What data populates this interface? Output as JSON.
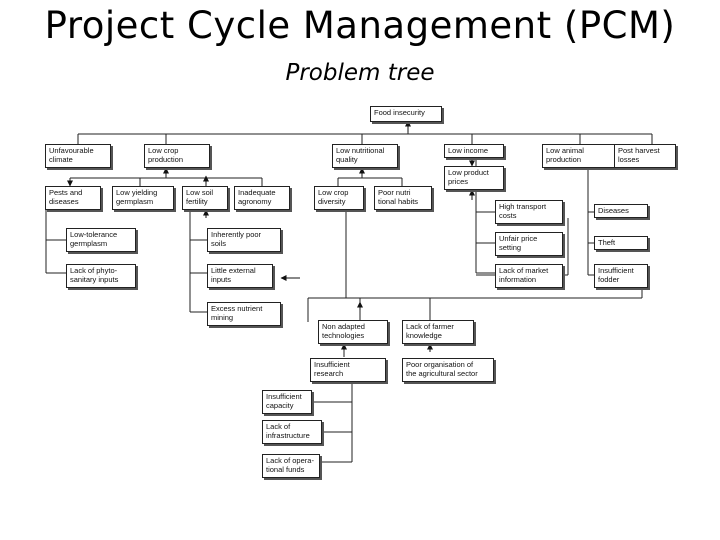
{
  "title": "Project Cycle Management (PCM)",
  "subtitle": "Problem tree",
  "boxes": {
    "food_insecurity": "Food insecurity",
    "unfavourable_climate": "Unfavourable\nclimate",
    "low_crop_production": "Low crop\nproduction",
    "low_nutritional_quality": "Low nutritional\nquality",
    "low_income": "Low income",
    "low_animal_production": "Low animal\nproduction",
    "post_harvest_losses": "Post harvest\nlosses",
    "pests_diseases": "Pests and\ndiseases",
    "low_yielding_germplasm": "Low yielding\ngermplasm",
    "low_soil_fertility": "Low soil\nfertility",
    "inadequate_agronomy": "Inadequate\nagronomy",
    "low_crop_diversity": "Low crop\ndiversity",
    "poor_nutritional_habits": "Poor nutri\ntional habits",
    "low_product_prices": "Low product\nprices",
    "high_transport_costs": "High transport\ncosts",
    "diseases": "Diseases",
    "low_tolerance_germplasm": "Low-tolerance\ngermplasm",
    "inherently_poor_soils": "Inherently poor\nsoils",
    "unfair_price_setting": "Unfair price\nsetting",
    "theft": "Theft",
    "lack_phytosanitary": "Lack of phyto-\nsanitary inputs",
    "little_external_inputs": "Little external\ninputs",
    "lack_market_information": "Lack of market\ninformation",
    "insufficient_fodder": "Insufficient\nfodder",
    "excess_nutrient_mining": "Excess nutrient\nmining",
    "non_adapted_technologies": "Non adapted\ntechnologies",
    "lack_farmer_knowledge": "Lack of farmer\nknowledge",
    "insufficient_research": "Insufficient\nresearch",
    "poor_organisation": "Poor organisation of\nthe agricultural sector",
    "insufficient_capacity": "Insufficient\ncapacity",
    "lack_infrastructure": "Lack of\ninfrastructure",
    "lack_operational_funds": "Lack of opera-\ntional funds"
  }
}
